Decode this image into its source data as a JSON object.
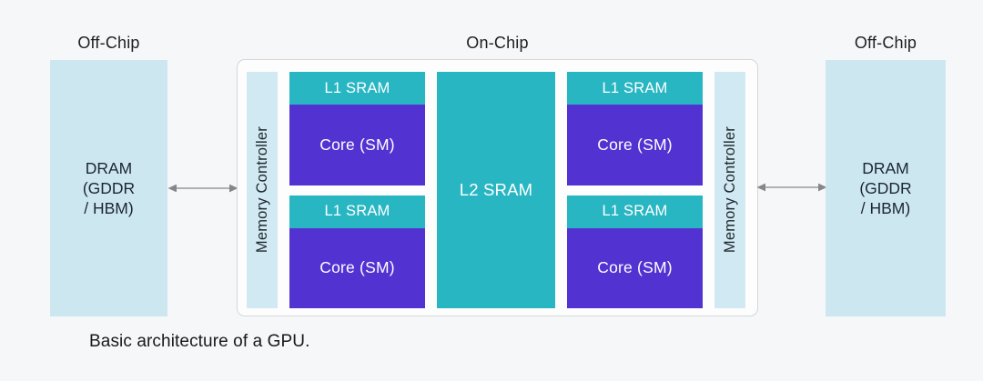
{
  "labels": {
    "off_chip_left": "Off-Chip",
    "on_chip": "On-Chip",
    "off_chip_right": "Off-Chip",
    "caption": "Basic architecture of a GPU."
  },
  "dram_left": {
    "lines": [
      "DRAM",
      "(GDDR",
      "/ HBM)"
    ]
  },
  "dram_right": {
    "lines": [
      "DRAM",
      "(GDDR",
      "/ HBM)"
    ]
  },
  "chip": {
    "memory_controller_left": "Memory Controller",
    "memory_controller_right": "Memory Controller",
    "l2_label": "L2 SRAM",
    "clusters": [
      {
        "l1_label": "L1 SRAM",
        "core_label": "Core (SM)"
      },
      {
        "l1_label": "L1 SRAM",
        "core_label": "Core (SM)"
      },
      {
        "l1_label": "L1 SRAM",
        "core_label": "Core (SM)"
      },
      {
        "l1_label": "L1 SRAM",
        "core_label": "Core (SM)"
      }
    ]
  },
  "icons": {
    "left_bus": "double-headed-arrow",
    "right_bus": "double-headed-arrow"
  },
  "colors": {
    "bg": "#f6f7f8",
    "dram_fill": "#cde7f1",
    "mc_fill": "#d1e9f3",
    "teal": "#29b6c3",
    "purple": "#5233d1",
    "chip_fill": "#fdfdfe",
    "chip_border": "#d5d6d8",
    "arrow": "#85878a",
    "text_dark": "#1d1f21",
    "text_on_color": "#ffffff"
  }
}
